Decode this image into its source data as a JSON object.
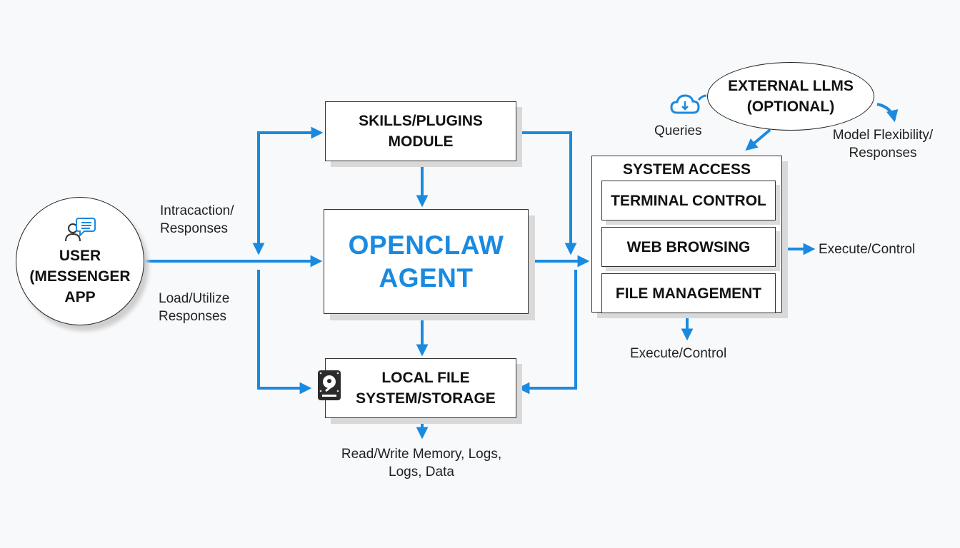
{
  "diagram": {
    "accent_color": "#1a8ae0",
    "user_node": {
      "icon": "user-chat-icon",
      "lines": [
        "USER",
        "(MESSENGER",
        "APP"
      ]
    },
    "skills_node": {
      "lines": [
        "SKILLS/PLUGINS",
        "MODULE"
      ]
    },
    "agent_node": {
      "lines": [
        "OPENCLAW",
        "AGENT"
      ]
    },
    "storage_node": {
      "icon": "hard-drive-icon",
      "lines": [
        "LOCAL FILE",
        "SYSTEM/STORAGE"
      ]
    },
    "system_access": {
      "title": "SYSTEM ACCESS",
      "items": [
        "TERMINAL CONTROL",
        "WEB BROWSING",
        "FILE MANAGEMENT"
      ]
    },
    "external_llms": {
      "lines": [
        "EXTERNAL LLMS",
        "(OPTIONAL)"
      ]
    },
    "labels": {
      "interaction": [
        "Intracaction/",
        "Responses"
      ],
      "load_utilize": [
        "Load/Utilize",
        "Responses"
      ],
      "read_write": [
        "Read/Write Memory, Logs,",
        "Logs, Data"
      ],
      "queries": "Queries",
      "queries_icon": "cloud-download-icon",
      "model_flex": [
        "Model Flexibility/",
        "Responses"
      ],
      "execute_right": "Execute/Control",
      "execute_bottom": "Execute/Control"
    }
  }
}
